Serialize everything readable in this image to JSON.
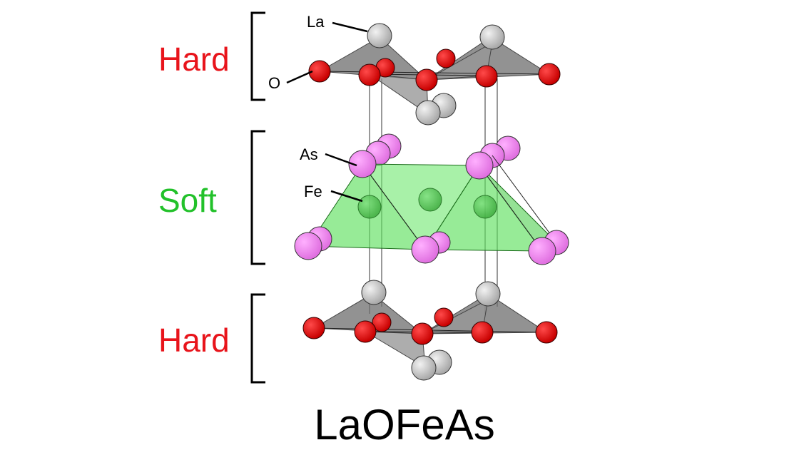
{
  "layers": {
    "top": {
      "label": "Hard"
    },
    "middle": {
      "label": "Soft"
    },
    "bottom": {
      "label": "Hard"
    }
  },
  "atoms": {
    "la": {
      "label": "La"
    },
    "o": {
      "label": "O"
    },
    "as": {
      "label": "As"
    },
    "fe": {
      "label": "Fe"
    }
  },
  "formula": "LaOFeAs",
  "colors": {
    "hard": "#e8141b",
    "soft": "#22c12a",
    "la": "#c8c8c8",
    "o": "#e00000",
    "as": "#ee82ee",
    "fe": "#4fc24f",
    "tetrahedron_fe": "#5fe05f",
    "tetrahedron_la": "#7a7a7a"
  }
}
